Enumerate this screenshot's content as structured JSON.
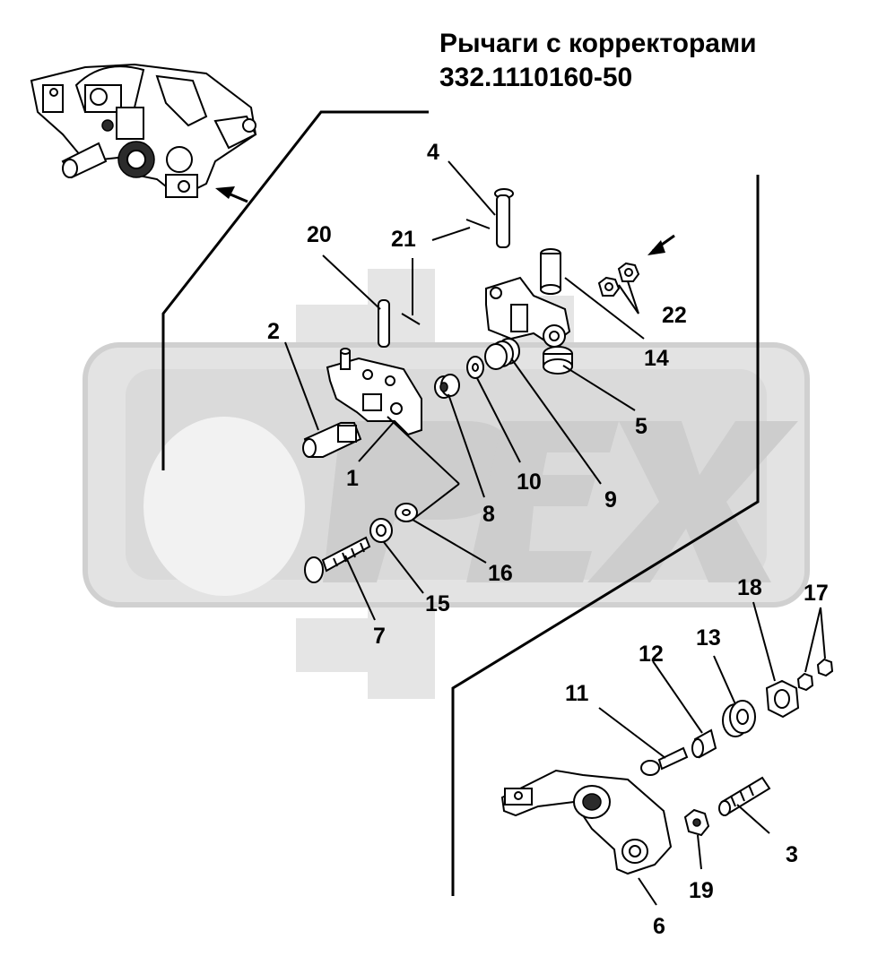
{
  "title": {
    "line1": "Рычаги с корректорами",
    "line2": "332.1110160-50"
  },
  "watermark": {
    "text": "OPEX"
  },
  "callouts": {
    "c1": "1",
    "c2": "2",
    "c3": "3",
    "c4": "4",
    "c5": "5",
    "c6": "6",
    "c7": "7",
    "c8": "8",
    "c9": "9",
    "c10": "10",
    "c11": "11",
    "c12": "12",
    "c13": "13",
    "c14": "14",
    "c15": "15",
    "c16": "16",
    "c17": "17",
    "c18": "18",
    "c19": "19",
    "c20": "20",
    "c21": "21",
    "c22": "22"
  },
  "colors": {
    "watermark": "#d6d6d6",
    "watermark_band": "#e3e3e3",
    "ink": "#000000"
  }
}
